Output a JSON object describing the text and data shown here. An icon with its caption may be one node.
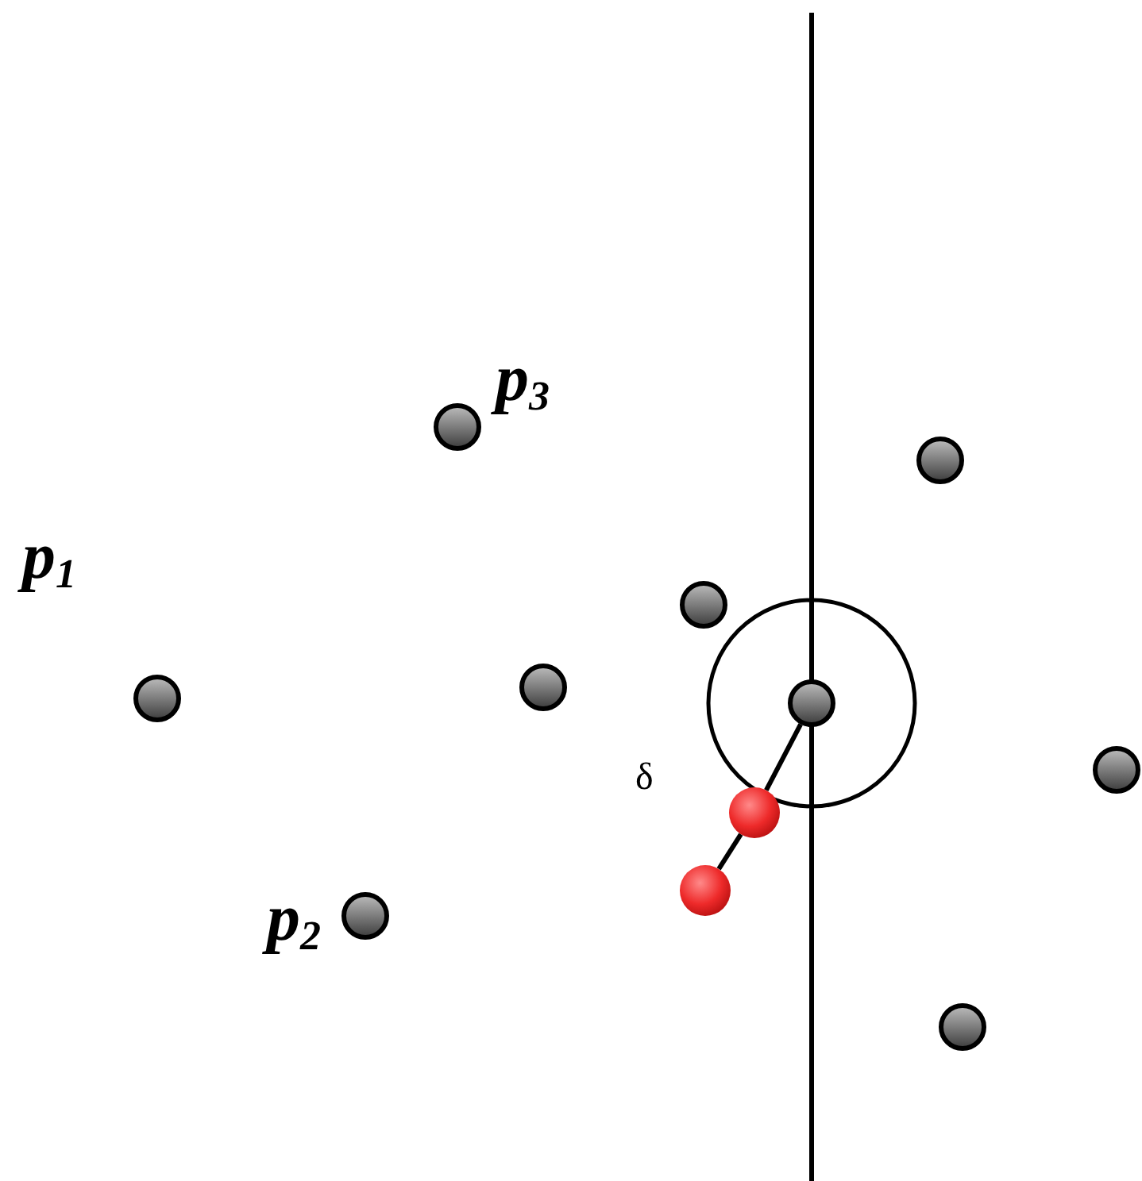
{
  "diagram": {
    "nodes": [
      {
        "text": [],
        "shape": "circle"
      },
      {
        "text": [],
        "shape": "circle"
      },
      {
        "text": [],
        "shape": "circle"
      },
      {
        "text": [],
        "shape": "circle"
      },
      {
        "text": [],
        "shape": "circle"
      },
      {
        "text": [],
        "shape": "circle"
      },
      {
        "text": [],
        "shape": "circle"
      },
      {
        "text": [],
        "shape": "circle"
      },
      {
        "text": [],
        "shape": "circle"
      },
      {
        "text": [],
        "shape": "circle"
      },
      {
        "text": [],
        "shape": "circle"
      }
    ],
    "edges": [
      {
        "from": 7,
        "to": 6,
        "arrow": "none"
      },
      {
        "from": 6,
        "to": 5,
        "arrow": "none"
      }
    ],
    "labels": [
      "p$_{3}$",
      "p$_{1}$",
      "δ",
      "p$_{2}$"
    ]
  }
}
